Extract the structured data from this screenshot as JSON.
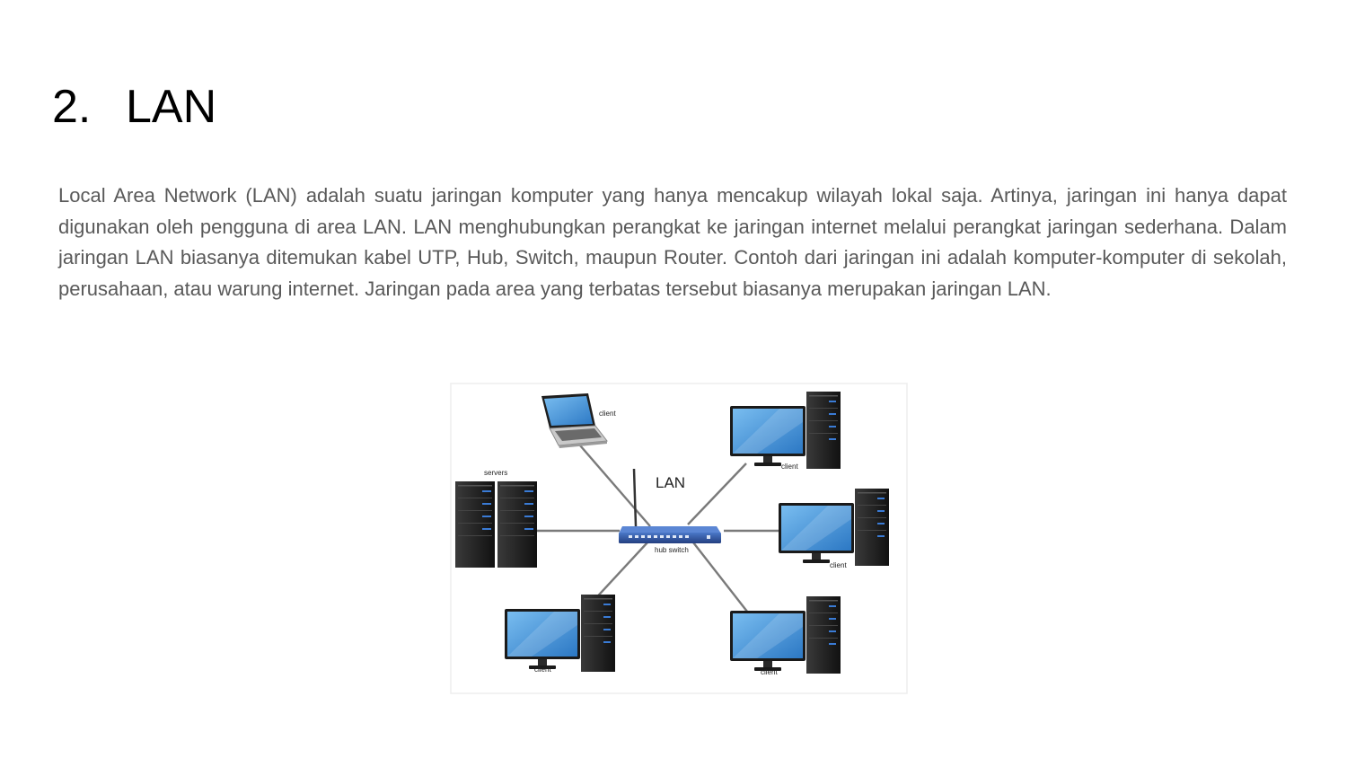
{
  "slide": {
    "number": "2.",
    "title": "LAN",
    "body": "Local Area Network (LAN) adalah suatu jaringan komputer yang hanya mencakup wilayah lokal saja. Artinya, jaringan ini hanya dapat digunakan oleh pengguna di area LAN. LAN menghubungkan perangkat ke jaringan internet melalui perangkat jaringan sederhana. Dalam jaringan LAN biasanya ditemukan kabel UTP, Hub, Switch, maupun Router. Contoh dari jaringan ini adalah komputer-komputer di sekolah, perusahaan, atau warung internet. Jaringan pada area yang terbatas tersebut biasanya merupakan jaringan LAN."
  },
  "diagram": {
    "network_label": "LAN",
    "hub_label": "hub switch",
    "servers_label": "servers",
    "laptop_label": "client",
    "client_top_right": "client",
    "client_right": "client",
    "client_bottom_right": "client",
    "client_bottom_left": "client"
  },
  "colors": {
    "title": "#000000",
    "body_text": "#595959",
    "screen_blue": "#3a8fd6",
    "hub_blue": "#2f57a8",
    "case_black": "#1c1c1c",
    "led_blue": "#3a7bd5"
  }
}
